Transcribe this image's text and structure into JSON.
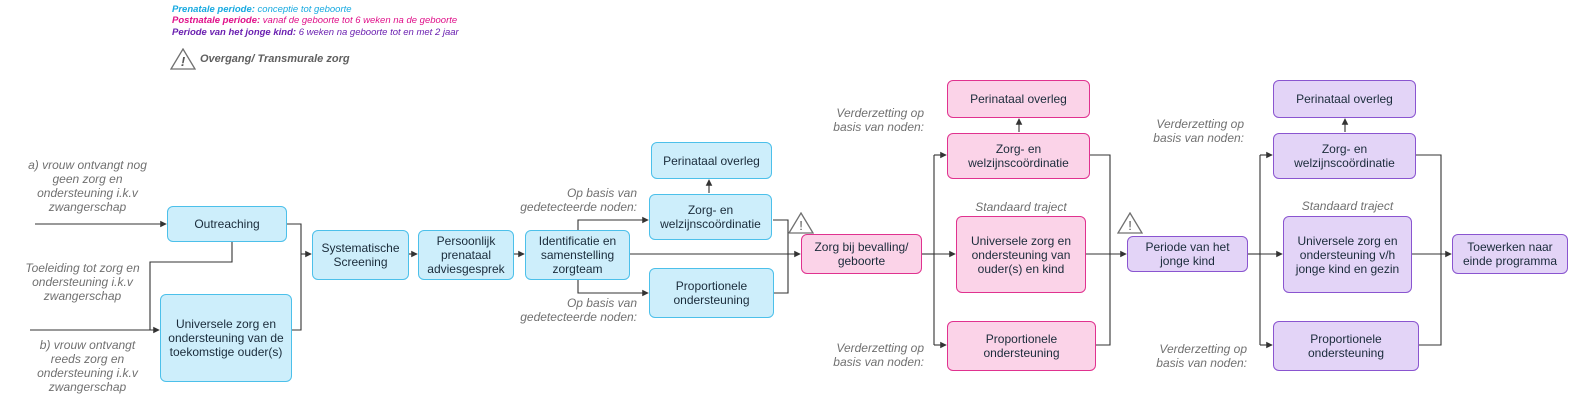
{
  "legend": {
    "prenatal_label": "Prenatale periode:",
    "prenatal_text": " conceptie tot geboorte",
    "postnatal_label": "Postnatale periode:",
    "postnatal_text": " vanaf de geboorte tot 6 weken na de geboorte",
    "child_label": "Periode van het jonge kind:",
    "child_text": " 6 weken na geboorte tot en met 2 jaar",
    "transmural": "Overgang/ Transmurale zorg"
  },
  "colors": {
    "prenatal": "#16a9e0",
    "postnatal": "#e0118a",
    "child": "#6a1fb0"
  },
  "nodes": {
    "outreaching": "Outreaching",
    "universele_prenataal": "Universele zorg en ondersteuning van de toekomstige ouder(s)",
    "screening": "Systematische Screening",
    "adviesgesprek": "Persoonlijk prenataal adviesgesprek",
    "zorgteam": "Identificatie en samenstelling zorgteam",
    "overleg_blue": "Perinataal overleg",
    "coordinatie_blue": "Zorg- en welzijnscoördinatie",
    "proportioneel_blue": "Proportionele ondersteuning",
    "bevalling": "Zorg bij bevalling/ geboorte",
    "overleg_pink": "Perinataal overleg",
    "coordinatie_pink": "Zorg- en welzijnscoördinatie",
    "universele_pink": "Universele zorg en ondersteuning van ouder(s) en kind",
    "proportioneel_pink": "Proportionele ondersteuning",
    "jonge_kind": "Periode van het jonge kind",
    "overleg_purple": "Perinataal overleg",
    "coordinatie_purple": "Zorg- en welzijnscoördinatie",
    "universele_purple": "Universele zorg en ondersteuning v/h jonge kind en gezin",
    "proportioneel_purple": "Proportionele ondersteuning",
    "einde": "Toewerken naar einde programma"
  },
  "labels": {
    "vrouw_a": "a) vrouw ontvangt nog geen zorg en ondersteuning i.k.v zwangerschap",
    "toeleiding": "Toeleiding tot zorg en ondersteuning i.k.v zwangerschap",
    "vrouw_b": "b) vrouw ontvangt reeds zorg en ondersteuning i.k.v zwangerschap",
    "op_basis_top": "Op basis van gedetecteerde noden:",
    "op_basis_bottom": "Op basis van gedetecteerde noden:",
    "verderzetting_pink_top": "Verderzetting op basis van noden:",
    "verderzetting_pink_bottom": "Verderzetting op basis van noden:",
    "standaard_pink": "Standaard traject",
    "verderzetting_purple_top": "Verderzetting op basis van noden:",
    "verderzetting_purple_bottom": "Verderzetting op basis van noden:",
    "standaard_purple": "Standaard traject"
  }
}
